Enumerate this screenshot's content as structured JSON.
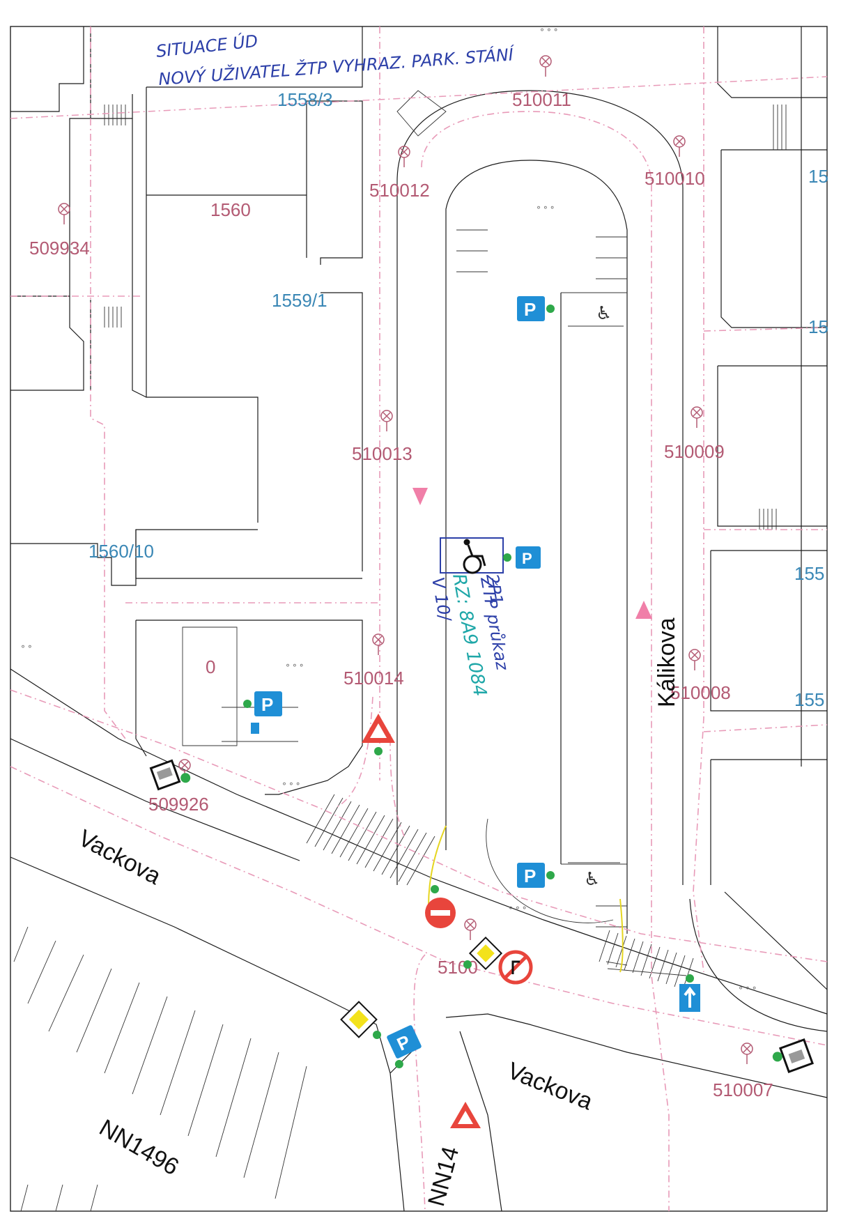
{
  "handwritten": {
    "line1": "SITUACE ÚD",
    "line2": "NOVÝ UŽIVATEL ŽTP VYHRAZ. PARK. STÁNÍ",
    "note_blue_1": "ŽTP průkaz",
    "note_blue_2": "2P1",
    "note_blue_3": "V 10/",
    "note_teal": "RZ: 8A9 1084"
  },
  "parcels": {
    "p1558_3": "1558/3",
    "p1560": "1560",
    "p1559_1": "1559/1",
    "p1560_10": "1560/10",
    "p15_a": "15",
    "p15_b": "15",
    "p155_a": "155",
    "p155_b": "155",
    "p0": "0"
  },
  "points": {
    "pt509934": "509934",
    "pt510011": "510011",
    "pt510012": "510012",
    "pt510010": "510010",
    "pt510013": "510013",
    "pt510009": "510009",
    "pt510014": "510014",
    "pt510008": "510008",
    "pt509926": "509926",
    "pt510006": "5100",
    "pt510007": "510007"
  },
  "streets": {
    "vackova_1": "Vackova",
    "vackova_2": "Vackova",
    "kalikova": "Kálikova",
    "nn1496_a": "NN1496",
    "nn1496_b": "NN14"
  },
  "signs": {
    "parking_letter": "P",
    "accessibility_symbol": "♿"
  },
  "colors": {
    "parcel_label": "#3a87b5",
    "point_label": "#b35a73",
    "pink_line": "#e89ab8",
    "handwriting_blue": "#2c3fa8",
    "handwriting_teal": "#1fa7a8",
    "sign_blue": "#1f8fd6",
    "sign_red": "#e8453c",
    "sign_yellow": "#f3e21b",
    "green_dot": "#2ea84a"
  }
}
